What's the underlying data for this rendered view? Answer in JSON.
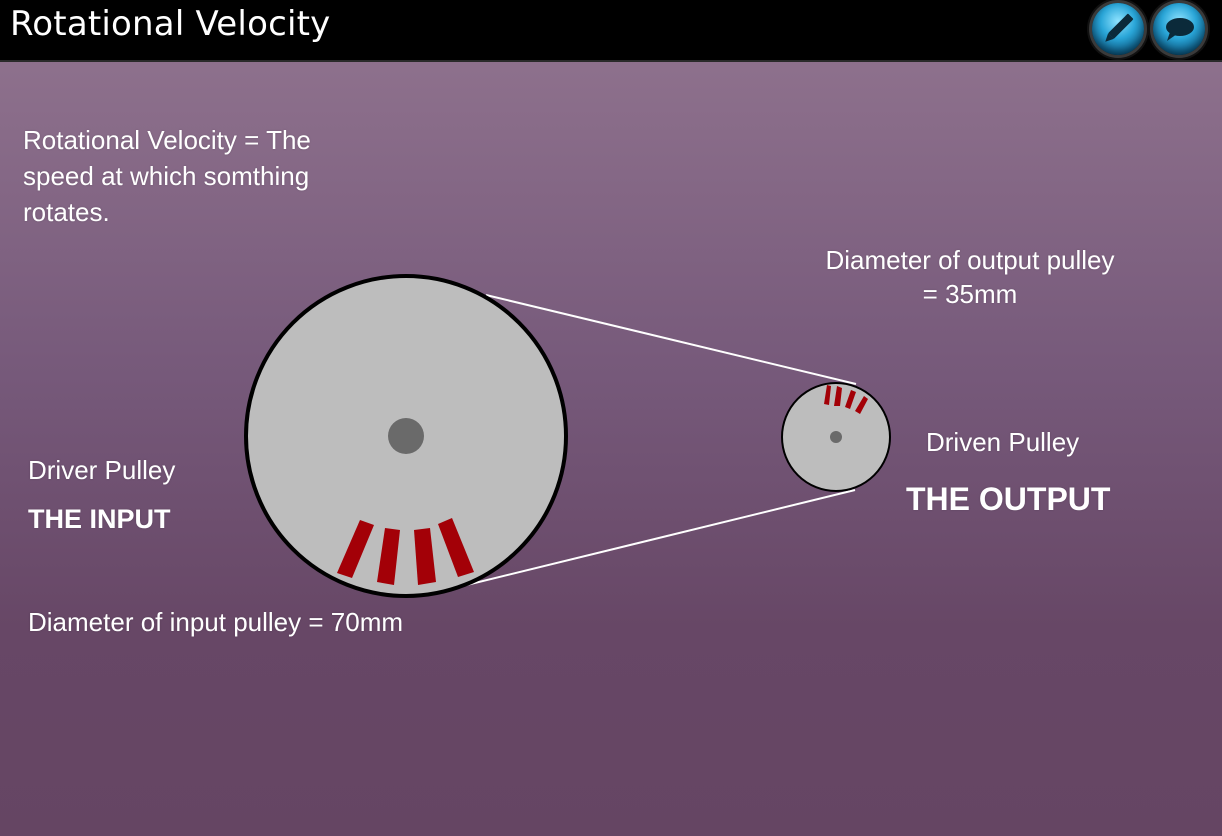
{
  "header": {
    "title": "Rotational Velocity",
    "buttons": [
      {
        "icon": "pencil-icon"
      },
      {
        "icon": "speech-bubble-icon"
      }
    ]
  },
  "definition": {
    "line1": "Rotational Velocity = The",
    "line2": "speed at which somthing",
    "line3": "rotates."
  },
  "input_pulley": {
    "label": "Driver Pulley",
    "heading": "THE INPUT",
    "diameter_text": "Diameter of input pulley = 70mm",
    "diameter_mm": 70
  },
  "output_pulley": {
    "diameter_line1": "Diameter of output pulley",
    "diameter_line2": "= 35mm",
    "label": "Driven Pulley",
    "heading": "THE OUTPUT",
    "diameter_mm": 35
  },
  "colors": {
    "pulley_fill": "#bdbdbd",
    "hub": "#6a6a6a",
    "marker": "#a30007",
    "belt": "#ffffff",
    "rim": "#000000"
  }
}
